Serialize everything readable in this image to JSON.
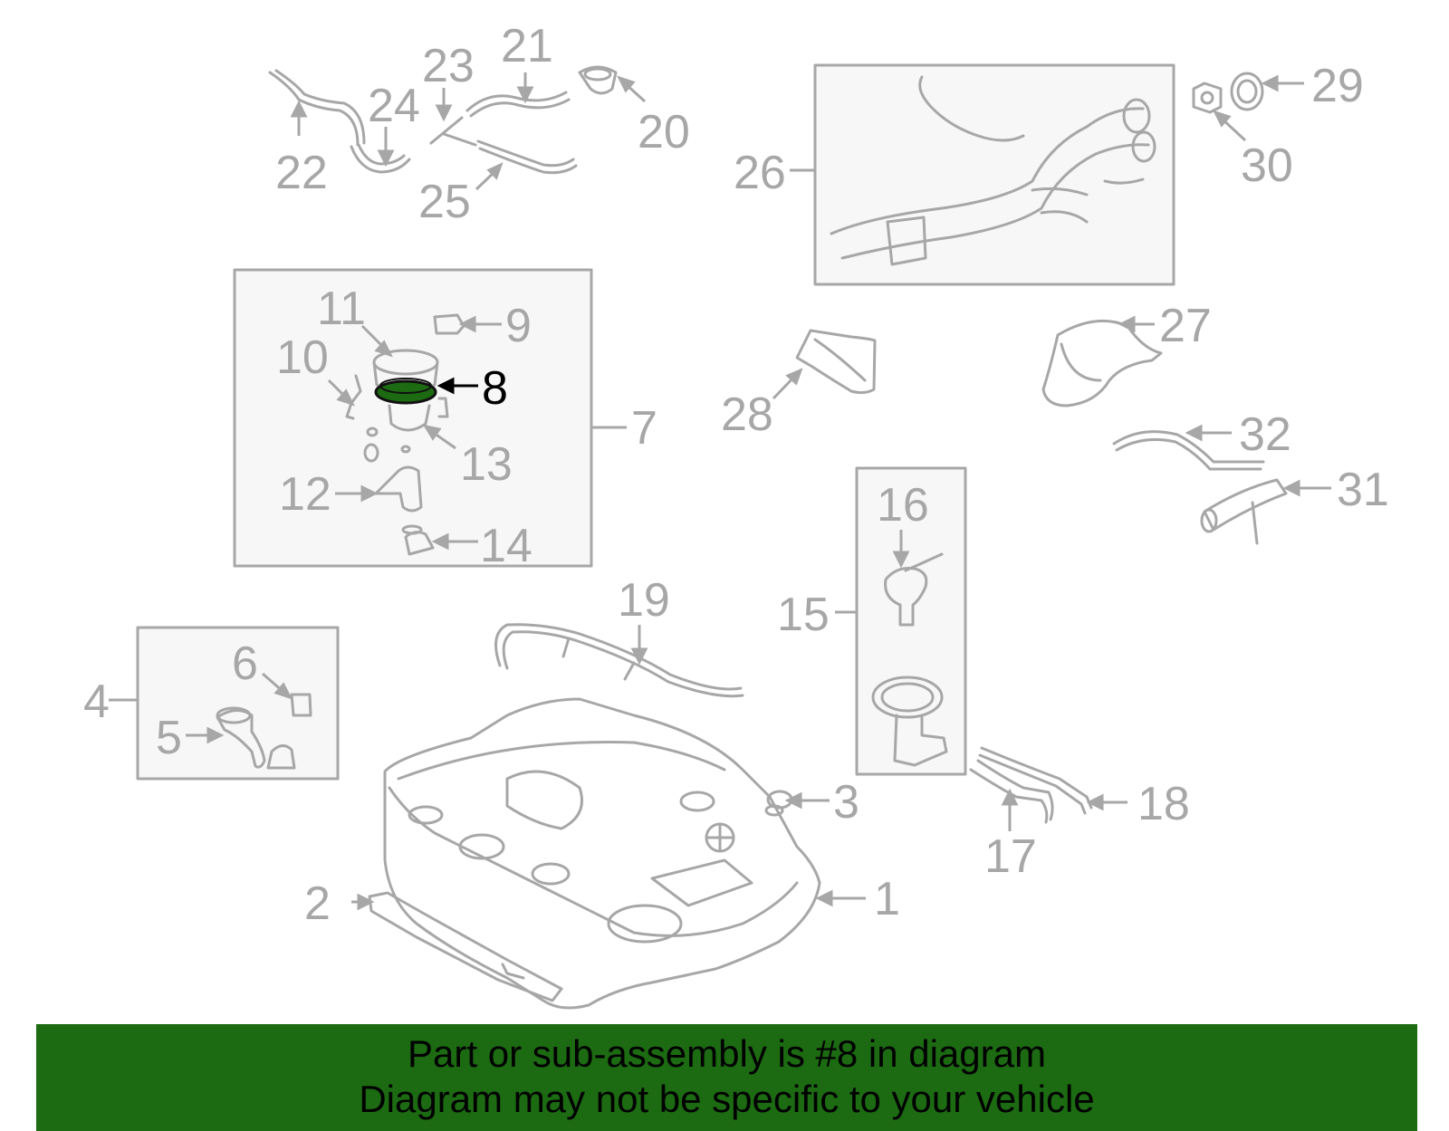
{
  "callouts": [
    {
      "num": "1"
    },
    {
      "num": "2"
    },
    {
      "num": "3"
    },
    {
      "num": "4"
    },
    {
      "num": "5"
    },
    {
      "num": "6"
    },
    {
      "num": "7"
    },
    {
      "num": "8"
    },
    {
      "num": "9"
    },
    {
      "num": "10"
    },
    {
      "num": "11"
    },
    {
      "num": "12"
    },
    {
      "num": "13"
    },
    {
      "num": "14"
    },
    {
      "num": "15"
    },
    {
      "num": "16"
    },
    {
      "num": "17"
    },
    {
      "num": "18"
    },
    {
      "num": "19"
    },
    {
      "num": "20"
    },
    {
      "num": "21"
    },
    {
      "num": "22"
    },
    {
      "num": "23"
    },
    {
      "num": "24"
    },
    {
      "num": "25"
    },
    {
      "num": "26"
    },
    {
      "num": "27"
    },
    {
      "num": "28"
    },
    {
      "num": "29"
    },
    {
      "num": "30"
    },
    {
      "num": "31"
    },
    {
      "num": "32"
    }
  ],
  "highlighted_part": "8",
  "colors": {
    "line": "#a7a7a7",
    "highlight": "#1c6b12",
    "box_fill": "#f7f7f7"
  },
  "banner": {
    "line1": "Part or sub-assembly is #8 in diagram",
    "line2": "Diagram may not be specific to your vehicle"
  }
}
